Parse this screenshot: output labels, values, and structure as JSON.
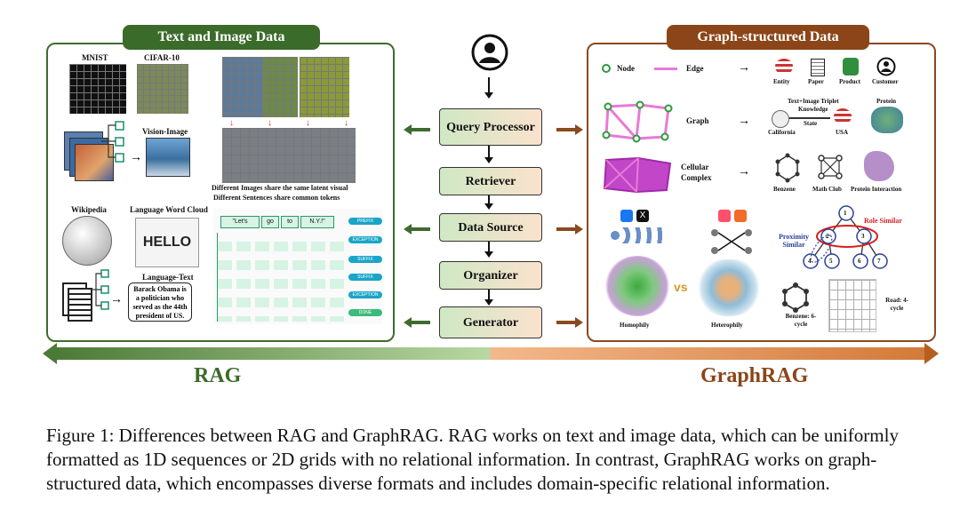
{
  "panels": {
    "left_title": "Text and Image Data",
    "right_title": "Graph-structured Data"
  },
  "left": {
    "mnist": "MNIST",
    "cifar": "CIFAR-10",
    "vision_image": "Vision-Image",
    "latent_line1": "Different Images share the same latent visual",
    "latent_line2": "Different Sentences share common tokens",
    "wikipedia": "Wikipedia",
    "word_cloud": "Language Word Cloud",
    "language_text": "Language-Text",
    "obama": "Barack Obama is a politician who served as the 44th president of US.",
    "tokens": [
      "\"Let's",
      "go",
      "to",
      "N.Y.!\""
    ],
    "tags": [
      "PREFIX",
      "EXCEPTION",
      "SUFFIX",
      "SUFFIX",
      "EXCEPTION",
      "DONE"
    ]
  },
  "pipeline": {
    "steps": [
      "Query Processor",
      "Retriever",
      "Data Source",
      "Organizer",
      "Generator"
    ]
  },
  "right": {
    "node": "Node",
    "edge": "Edge",
    "entity": "Entity",
    "paper": "Paper",
    "product": "Product",
    "customer": "Customer",
    "graph": "Graph",
    "triplet": "Text+Image Triplet",
    "knowledge": "Knowledge",
    "state": "State",
    "california": "California",
    "usa": "USA",
    "protein": "Protein",
    "cellular": "Cellular Complex",
    "benzene": "Benzene",
    "math_club": "Math Club",
    "protein_interaction": "Protein Interaction",
    "role_similar": "Role Similar",
    "proximity_similar": "Proximity Similar",
    "homophily": "Homophily",
    "heterophily": "Heterophily",
    "benzene_cycle": "Benzene: 6-cycle",
    "road_cycle": "Road: 4-cycle",
    "tree_nodes": [
      "1",
      "2",
      "3",
      "4",
      "5",
      "6",
      "7"
    ]
  },
  "bottom": {
    "rag": "RAG",
    "graphrag": "GraphRAG"
  },
  "caption": "Figure 1: Differences between RAG and GraphRAG. RAG works on text and image data, which can be uniformly formatted as 1D sequences or 2D grids with no relational information. In contrast, GraphRAG works on graph-structured data, which encompasses diverse formats and includes domain-specific relational information.",
  "colors": {
    "rag_green": "#3f6b2f",
    "graphrag_brown": "#8a4a1f",
    "node_green": "#2e9a3c",
    "edge_pink": "#e87ad6",
    "role_red": "#d62020",
    "tree_blue": "#2a3f9a"
  }
}
